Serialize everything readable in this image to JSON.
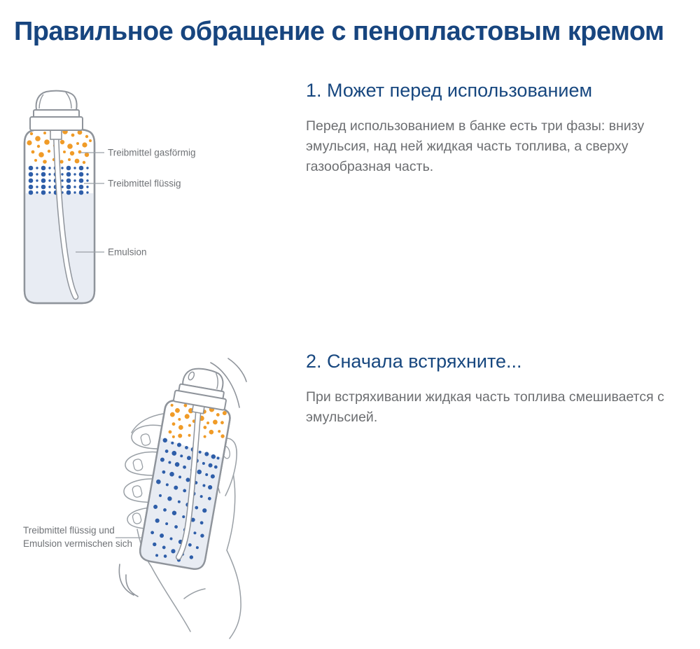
{
  "page": {
    "title": "Правильное обращение с пенопластовым кремом"
  },
  "sections": [
    {
      "heading": "1. Может перед использованием",
      "body": "Перед использованием в банке есть три фазы: внизу эмульсия, над ней жидкая часть топлива, а сверху газообразная часть."
    },
    {
      "heading": "2. Сначала встряхните...",
      "body": "При встряхивании жидкая часть топлива смешивается с эмульсией."
    }
  ],
  "figure1": {
    "label_gas": "Treibmittel gasförmig",
    "label_liquid": "Treibmittel flüssig",
    "label_emulsion": "Emulsion"
  },
  "figure2": {
    "label_line1": "Treibmittel flüssig und",
    "label_line2": "Emulsion vermischen sich"
  },
  "colors": {
    "accent_blue": "#17457f",
    "heading_blue": "#17477f",
    "orange_dot": "#f09b27",
    "blue_dot": "#2e5ea9",
    "emulsion_fill": "#e8ecf3",
    "outline_gray": "#8f949b",
    "label_gray": "#6f7276",
    "body_gray": "#6c6e71"
  }
}
